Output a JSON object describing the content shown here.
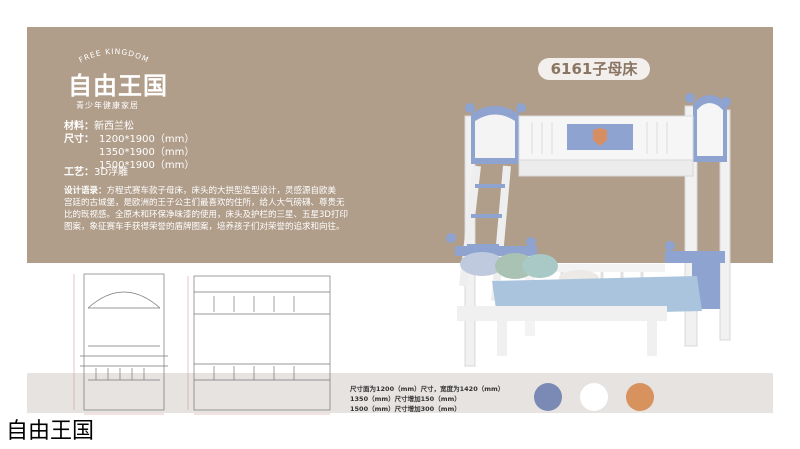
{
  "brand": {
    "arc_text": "FREE KINGDOM",
    "name": "自由王国",
    "tagline": "青少年健康家居"
  },
  "product": {
    "model": "6161子母床",
    "material_label": "材料：",
    "material": "新西兰松",
    "size_label": "尺寸：",
    "sizes": [
      "1200*1900（mm）",
      "1350*1900（mm）",
      "1500*1900（mm）"
    ],
    "craft_label": "工艺：",
    "craft": "3D浮雕",
    "design_label": "设计语录：",
    "design_lines": [
      "方程式赛车款子母床，床头的大拱型造型设计，灵感源自欧美",
      "宫廷的古城堡，是欧洲的王子公主们最喜欢的住所，给人大气磅礴、尊贵无",
      "比的既视感。全原木和环保净味漆的使用，床头及护栏的三星、五星3D打印",
      "图案，象征赛车手获得荣誉的盾牌图案，培养孩子们对荣誉的追求和向往。"
    ]
  },
  "spec_notes": [
    "尺寸面为1200（mm）尺寸，宽度为1420（mm）",
    "1350（mm）尺寸增加150（mm）",
    "1500（mm）尺寸增加300（mm）"
  ],
  "colors": {
    "background": "#b09d8a",
    "swatches": [
      "#7a8ab5",
      "#ffffff",
      "#d8925d"
    ],
    "bed_blue": "#8ea3cf"
  },
  "caption": "自由王国"
}
